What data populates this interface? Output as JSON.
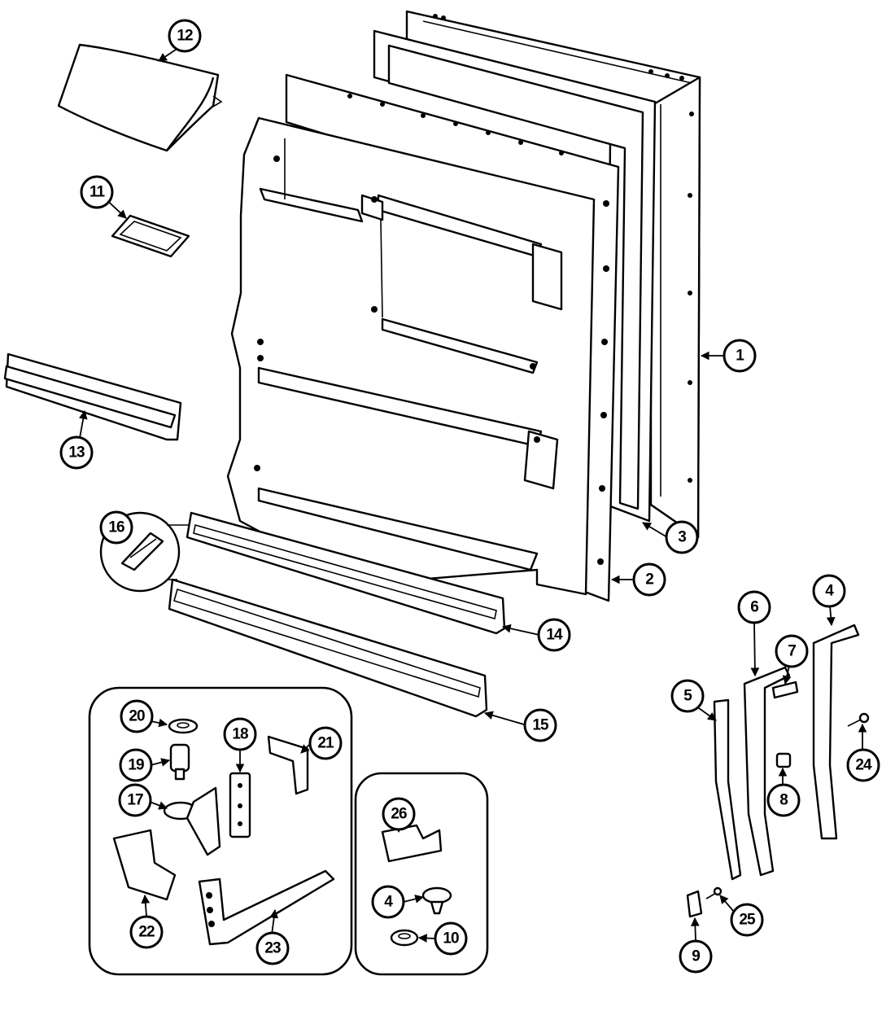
{
  "callouts": [
    {
      "id": "c1",
      "label": "1"
    },
    {
      "id": "c2",
      "label": "2"
    },
    {
      "id": "c3",
      "label": "3"
    },
    {
      "id": "c4a",
      "label": "4"
    },
    {
      "id": "c4b",
      "label": "4"
    },
    {
      "id": "c5",
      "label": "5"
    },
    {
      "id": "c6",
      "label": "6"
    },
    {
      "id": "c7",
      "label": "7"
    },
    {
      "id": "c8",
      "label": "8"
    },
    {
      "id": "c9",
      "label": "9"
    },
    {
      "id": "c10",
      "label": "10"
    },
    {
      "id": "c11",
      "label": "11"
    },
    {
      "id": "c12",
      "label": "12"
    },
    {
      "id": "c13",
      "label": "13"
    },
    {
      "id": "c14",
      "label": "14"
    },
    {
      "id": "c15",
      "label": "15"
    },
    {
      "id": "c16",
      "label": "16"
    },
    {
      "id": "c17",
      "label": "17"
    },
    {
      "id": "c18",
      "label": "18"
    },
    {
      "id": "c19",
      "label": "19"
    },
    {
      "id": "c20",
      "label": "20"
    },
    {
      "id": "c21",
      "label": "21"
    },
    {
      "id": "c22",
      "label": "22"
    },
    {
      "id": "c23",
      "label": "23"
    },
    {
      "id": "c24",
      "label": "24"
    },
    {
      "id": "c25",
      "label": "25"
    },
    {
      "id": "c26",
      "label": "26"
    }
  ],
  "colors": {
    "ink": "#000000",
    "paper": "#ffffff"
  }
}
